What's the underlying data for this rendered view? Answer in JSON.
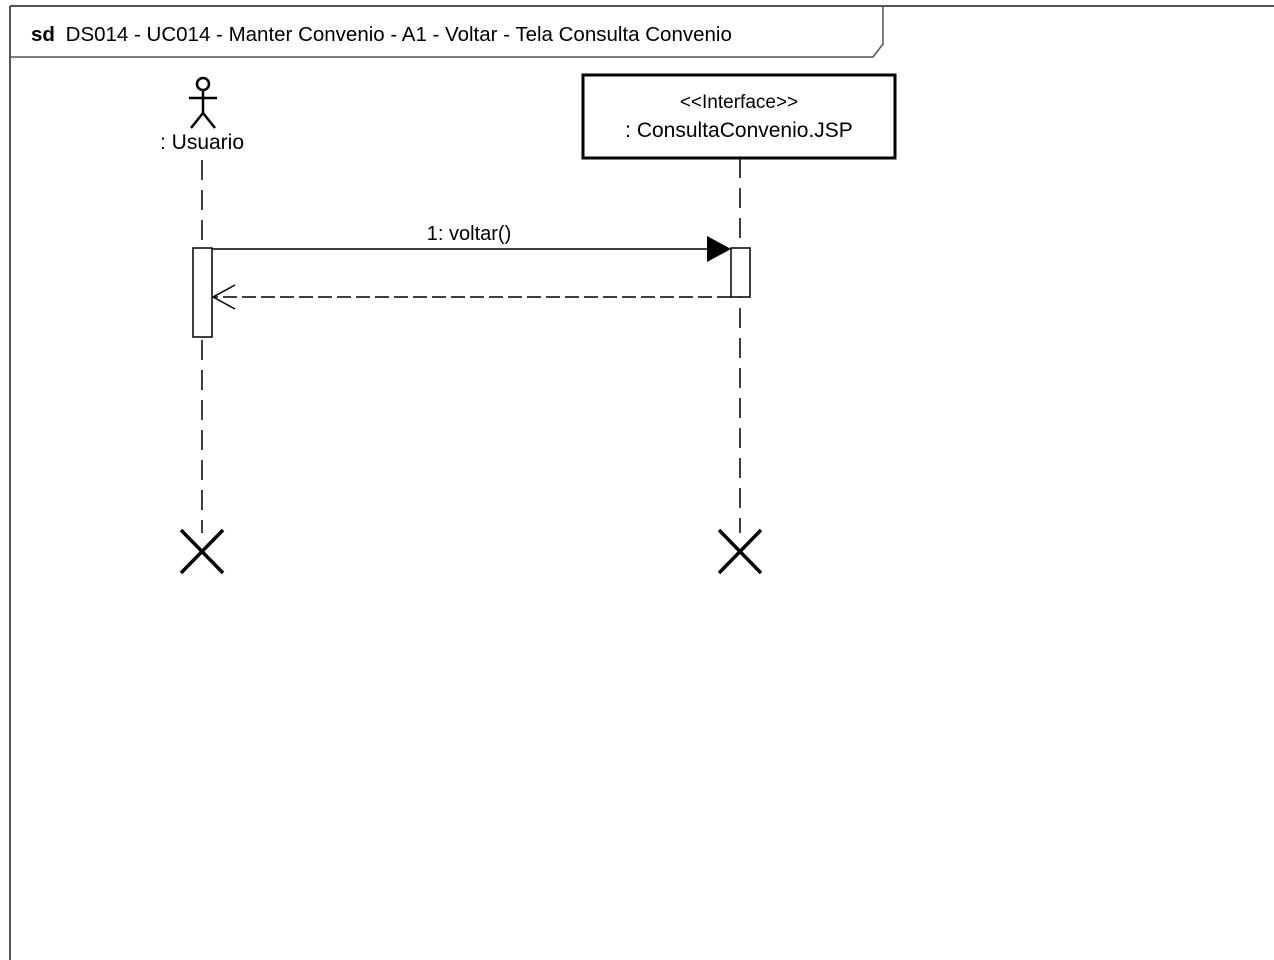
{
  "frame": {
    "keyword": "sd",
    "title": "DS014 - UC014 - Manter Convenio - A1 - Voltar - Tela Consulta Convenio"
  },
  "lifelines": {
    "actor": {
      "name": ": Usuario",
      "icon": "stick-figure-actor-icon"
    },
    "interface": {
      "stereotype": "<<Interface>>",
      "name": ": ConsultaConvenio.JSP"
    }
  },
  "messages": [
    {
      "label": "1: voltar()",
      "kind": "synchronous-call"
    },
    {
      "label": "",
      "kind": "return"
    }
  ],
  "colors": {
    "line": "#000000",
    "background": "#ffffff",
    "frame_border": "#555555"
  }
}
